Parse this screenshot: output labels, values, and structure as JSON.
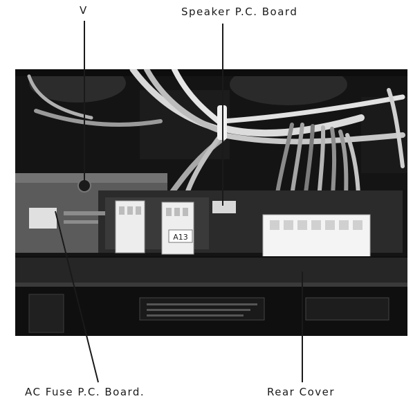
{
  "callouts": {
    "v": "V",
    "speaker_board": "Speaker P.C. Board",
    "ac_fuse_board": "AC Fuse P.C. Board.",
    "rear_cover": "Rear Cover"
  },
  "photo_text": {
    "connector_tag": "A13"
  },
  "colors": {
    "ink": "#1a1a1a",
    "chassis_dark": "#121212",
    "wire_light": "#dcdcdc"
  }
}
